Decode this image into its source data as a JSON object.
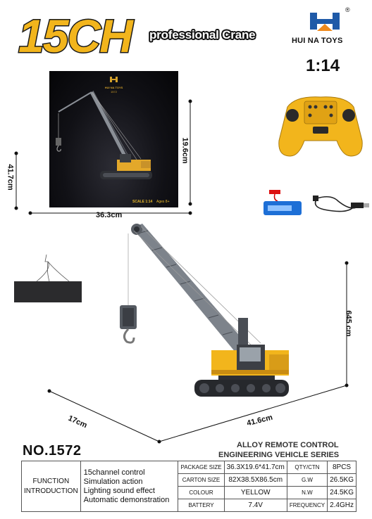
{
  "header": {
    "big_title": "15CH",
    "subtitle": "professional Crane",
    "brand": "HUI NA TOYS",
    "registered_mark": "®",
    "scale": "1:14"
  },
  "box": {
    "brand": "HUI NA TOYS",
    "model": "1572",
    "scale": "SCALE 1:14",
    "age": "Ages 8+"
  },
  "dimensions": {
    "box_height": "19.6cm",
    "box_depth": "41.7cm",
    "box_width": "36.3cm",
    "crane_height": "645 cm",
    "crane_width": "17cm",
    "crane_length": "41.6cm"
  },
  "product": {
    "model_no": "NO.1572",
    "series_line1": "ALLOY REMOTE CONTROL",
    "series_line2": "ENGINEERING VEHICLE SERIES"
  },
  "spec_table": {
    "function_label_1": "FUNCTION",
    "function_label_2": "INTRODUCTION",
    "features": [
      "15channel control",
      "Simulation action",
      "Lighting sound effect",
      "Automatic demonstration"
    ],
    "rows": [
      {
        "k1": "PACKAGE SIZE",
        "v1": "36.3X19.6*41.7cm",
        "k2": "QTY/CTN",
        "v2": "8PCS"
      },
      {
        "k1": "CARTON SIZE",
        "v1": "82X38.5X86.5cm",
        "k2": "G.W",
        "v2": "26.5KG"
      },
      {
        "k1": "COLOUR",
        "v1": "YELLOW",
        "k2": "N.W",
        "v2": "24.5KG"
      },
      {
        "k1": "BATTERY",
        "v1": "7.4V",
        "k2": "FREQUENCY",
        "v2": "2.4GHz"
      }
    ]
  },
  "colors": {
    "accent_yellow": "#f2b51c",
    "dark": "#111111"
  }
}
